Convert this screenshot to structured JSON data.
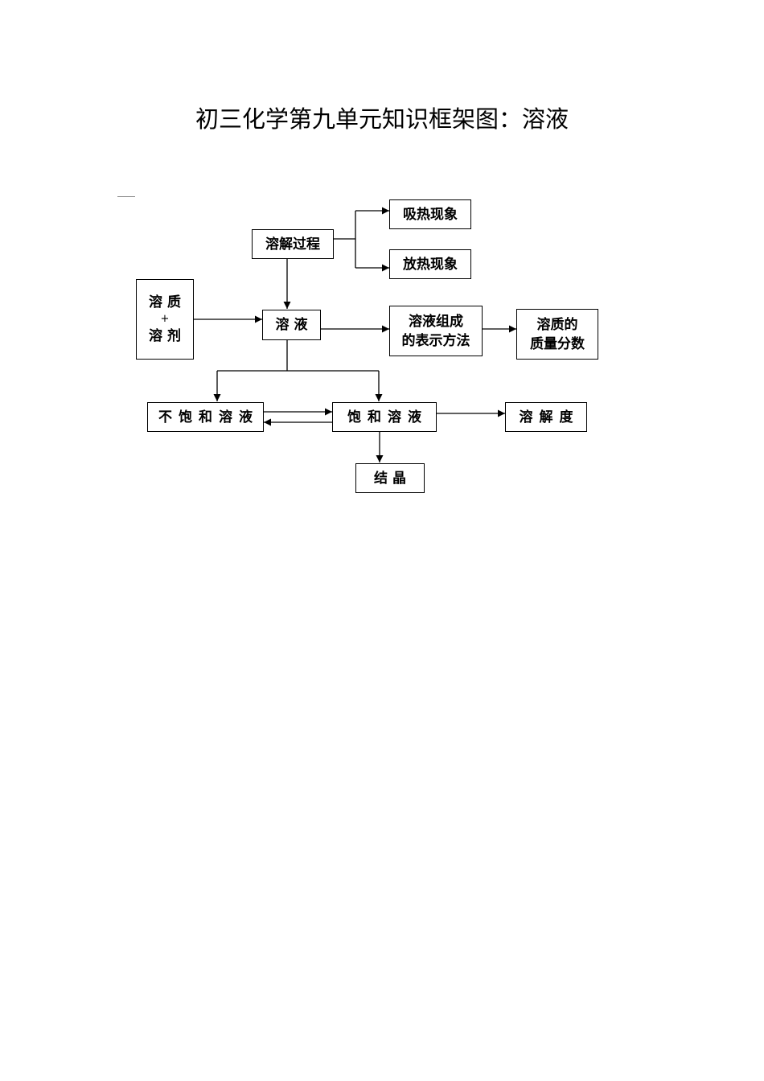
{
  "title": "初三化学第九单元知识框架图：溶液",
  "nodes": {
    "dissolution_process": "溶解过程",
    "heat_absorption": "吸热现象",
    "heat_release": "放热现象",
    "solute_plus_solvent": {
      "line1": "溶 质",
      "plus": "+",
      "line2": "溶 剂"
    },
    "solution": "溶 液",
    "composition": {
      "line1": "溶液组成",
      "line2": "的表示方法"
    },
    "mass_fraction": {
      "line1": "溶质的",
      "line2": "质量分数"
    },
    "unsaturated": "不饱和溶液",
    "saturated": "饱和溶液",
    "solubility": "溶解度",
    "crystallization": "结 晶"
  }
}
